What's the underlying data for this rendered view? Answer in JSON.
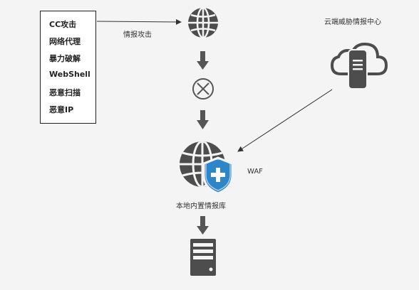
{
  "threats": {
    "items": [
      "CC攻击",
      "网络代理",
      "暴力破解",
      "WebShell",
      "恶意扫描",
      "恶意IP"
    ]
  },
  "arrow_label": "情报攻击",
  "cloud_label": "云端威胁情报中心",
  "waf_label": "WAF",
  "local_label": "本地内置情报库",
  "icons": {
    "globe": "globe-icon",
    "block": "block-circle-x-icon",
    "waf": "globe-shield-plus-icon",
    "cloud": "cloud-server-icon",
    "server": "server-icon"
  },
  "colors": {
    "icon": "#4d4d4d",
    "shield": "#2d86c8",
    "background": "#f4f4f4"
  }
}
